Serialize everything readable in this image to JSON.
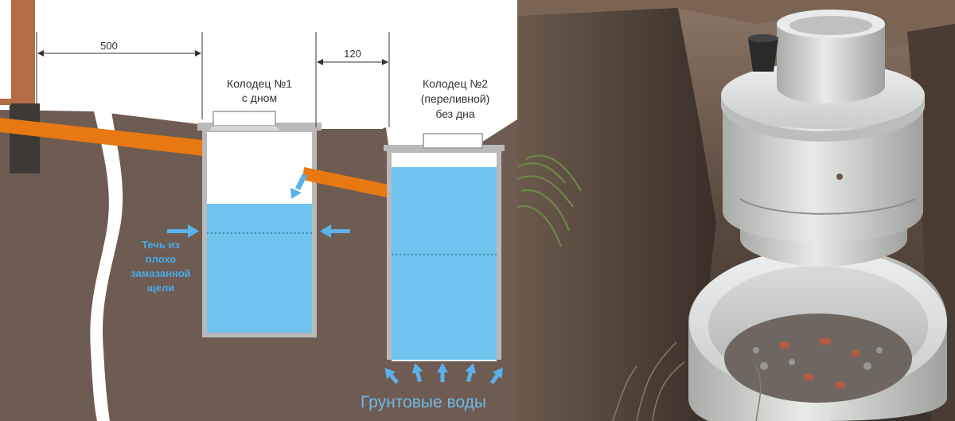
{
  "diagram": {
    "dim_left": "500",
    "dim_right": "120",
    "well1_label": [
      "Колодец №1",
      "с дном"
    ],
    "well2_label": [
      "Колодец №2",
      "(переливной)",
      "без дна"
    ],
    "leak_label": [
      "Течь из",
      "плохо",
      "замазанной",
      "щели"
    ],
    "groundwater_label": "Грунтовые воды",
    "colors": {
      "soil": "#6e5c52",
      "water": "#6fc3ee",
      "wall": "#c9c9c9",
      "pipe": "#e87812",
      "post": "#b56b45",
      "arrow": "#5bb2ea",
      "leak_text": "#4aa8e6",
      "ground_text": "#6db8e8"
    }
  },
  "photo": {
    "description_icons": [
      "excavation-pit",
      "concrete-ring-well",
      "bucket",
      "grass"
    ]
  }
}
